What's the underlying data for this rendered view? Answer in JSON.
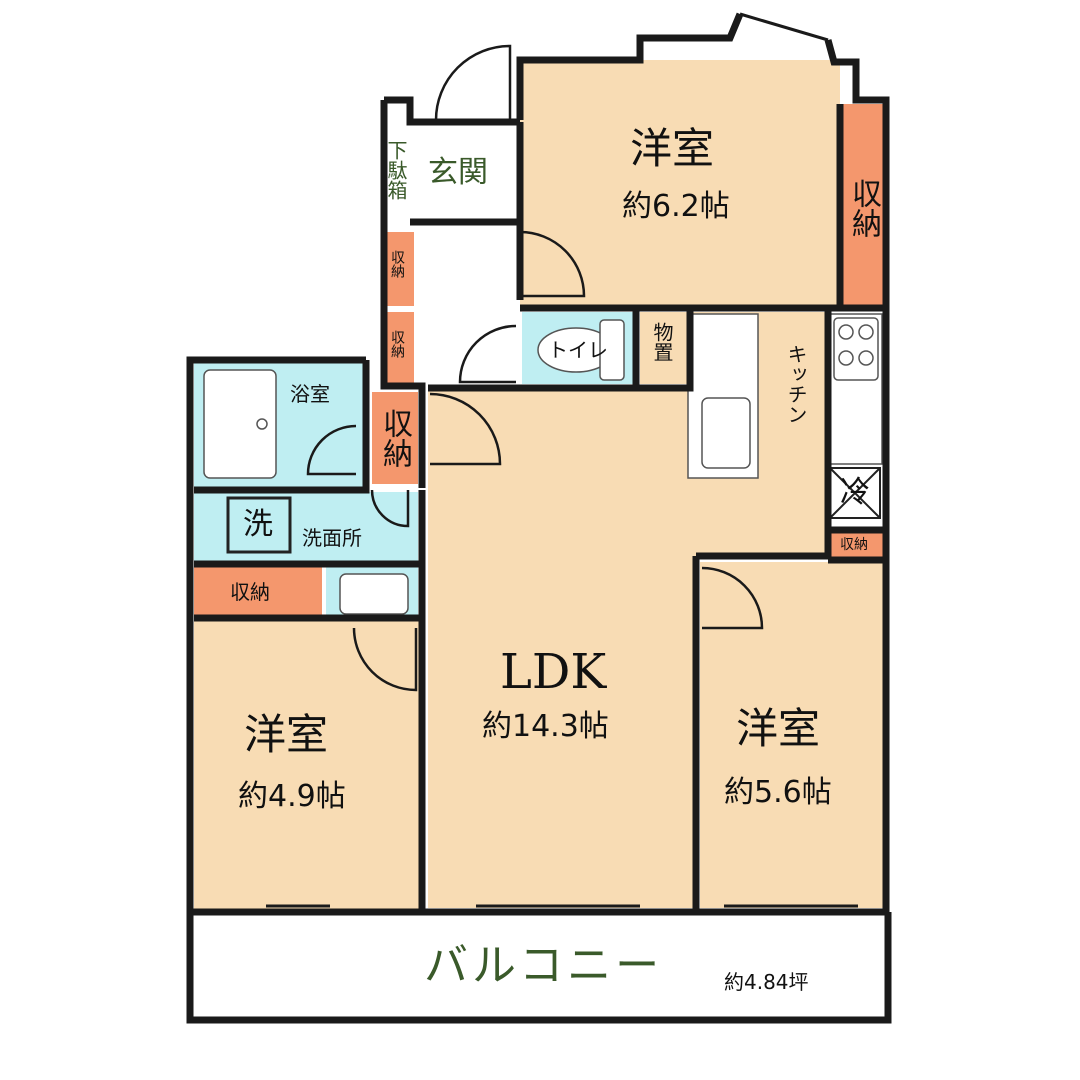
{
  "rooms": {
    "western_top": {
      "name": "洋室",
      "size": "約6.2帖"
    },
    "western_left": {
      "name": "洋室",
      "size": "約4.9帖"
    },
    "western_right": {
      "name": "洋室",
      "size": "約5.6帖"
    },
    "ldk": {
      "name": "LDK",
      "size": "約14.3帖"
    },
    "entrance": "玄関",
    "shoe_box": "下駄箱",
    "bathroom": "浴室",
    "washroom": "洗面所",
    "washer": "洗",
    "toilet": "トイレ",
    "storeroom": "物置",
    "kitchen": "キッチン",
    "fridge": "冷",
    "balcony": {
      "name": "バルコニー",
      "area": "約4.84坪"
    }
  },
  "storage": {
    "top_right": "収納",
    "hall_1": "収納",
    "hall_2": "収納",
    "hall_3": "収納",
    "left_mid": "収納",
    "kitchen_small": "収納"
  }
}
